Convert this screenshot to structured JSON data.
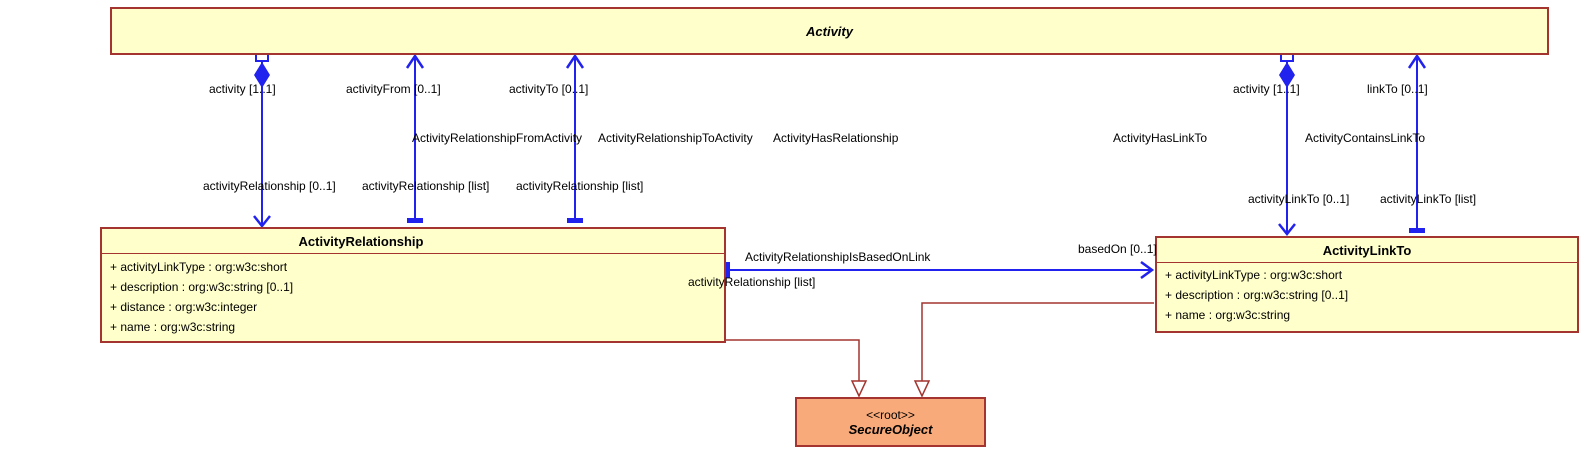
{
  "colors": {
    "class_fill": "#FFFFCC",
    "class_border": "#A3342F",
    "connector_blue": "#2222EE",
    "generalization_red": "#A3342F",
    "root_class_fill": "#F8AA7A",
    "text": "#000000"
  },
  "classes": {
    "activity": {
      "name": "Activity"
    },
    "activity_relationship": {
      "name": "ActivityRelationship",
      "attributes": [
        "+ activityLinkType : org:w3c:short",
        "+ description : org:w3c:string [0..1]",
        "+ distance : org:w3c:integer",
        "+ name : org:w3c:string"
      ]
    },
    "activity_link_to": {
      "name": "ActivityLinkTo",
      "attributes": [
        "+ activityLinkType : org:w3c:short",
        "+ description : org:w3c:string [0..1]",
        "+ name : org:w3c:string"
      ]
    },
    "secure_object": {
      "stereotype": "<<root>>",
      "name": "SecureObject"
    }
  },
  "associations": {
    "from_activity": "ActivityRelationshipFromActivity",
    "to_activity": "ActivityRelationshipToActivity",
    "has_relationship": "ActivityHasRelationship",
    "has_link_to": "ActivityHasLinkTo",
    "contains_link_to": "ActivityContainsLinkTo",
    "is_based_on_link": "ActivityRelationshipIsBasedOnLink"
  },
  "roles": {
    "activity_left": "activity [1..1]",
    "activity_from": "activityFrom [0..1]",
    "activity_to": "activityTo [0..1]",
    "activity_relationship_01": "activityRelationship [0..1]",
    "activity_relationship_list_1": "activityRelationship [list]",
    "activity_relationship_list_2": "activityRelationship [list]",
    "activity_right": "activity [1..1]",
    "link_to_01": "linkTo [0..1]",
    "activity_link_to_01": "activityLinkTo [0..1]",
    "activity_link_to_list": "activityLinkTo [list]",
    "based_on": "basedOn [0..1]",
    "activity_relationship_list_3": "activityRelationship [list]"
  }
}
